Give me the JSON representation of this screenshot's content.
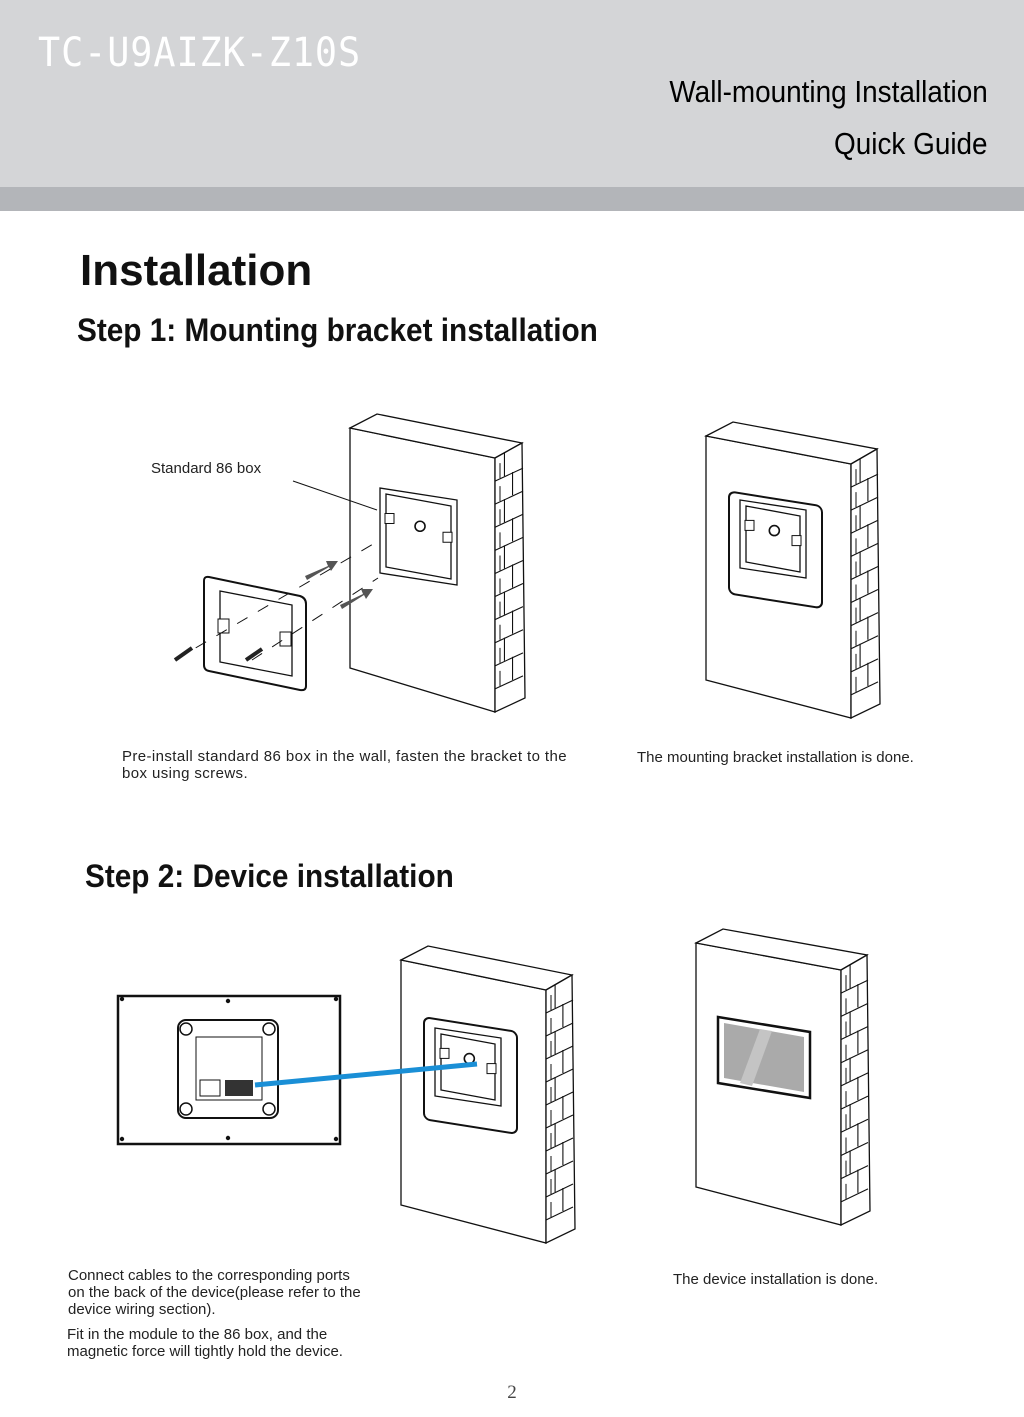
{
  "header": {
    "model": "TC-U9AIZK-Z10S",
    "title_line1": "Wall-mounting Installation",
    "title_line2": "Quick Guide"
  },
  "section_title": "Installation",
  "step1": {
    "title": "Step 1:  Mounting bracket installation",
    "label_box": "Standard 86 box",
    "caption_left": "Pre-install standard 86 box in the wall, fasten the bracket to the box using screws.",
    "caption_right": "The mounting bracket installation is done."
  },
  "step2": {
    "title": "Step 2: Device installation",
    "caption_left_1": "Connect cables to the corresponding ports on the back of the device(please refer to the device wiring section).",
    "caption_left_2": "Fit in the module to the 86 box, and the magnetic force will tightly hold the device.",
    "caption_right": "The device installation is done."
  },
  "page_number": "2",
  "colors": {
    "header_bg": "#d4d5d7",
    "header_band": "#b3b5b9",
    "cable": "#1a8fd6"
  }
}
